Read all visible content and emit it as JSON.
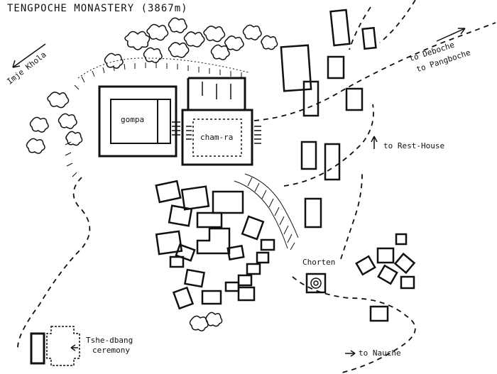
{
  "title": "TENGPOCHE MONASTERY (3867m)",
  "labels": {
    "inje_khola": "Imje Khola",
    "gompa": "gompa",
    "cham_ra": "cham-ra",
    "to_deboche": "to Deboche",
    "to_pangboche": "to Pangboche",
    "to_rest_house": "to Rest-House",
    "chorten": "Chorten",
    "ceremony_line1": "Tshe-dbang",
    "ceremony_line2": "ceremony",
    "to_nauche": "to Nauche"
  },
  "colors": {
    "ink": "#111111",
    "paper": "#ffffff"
  }
}
